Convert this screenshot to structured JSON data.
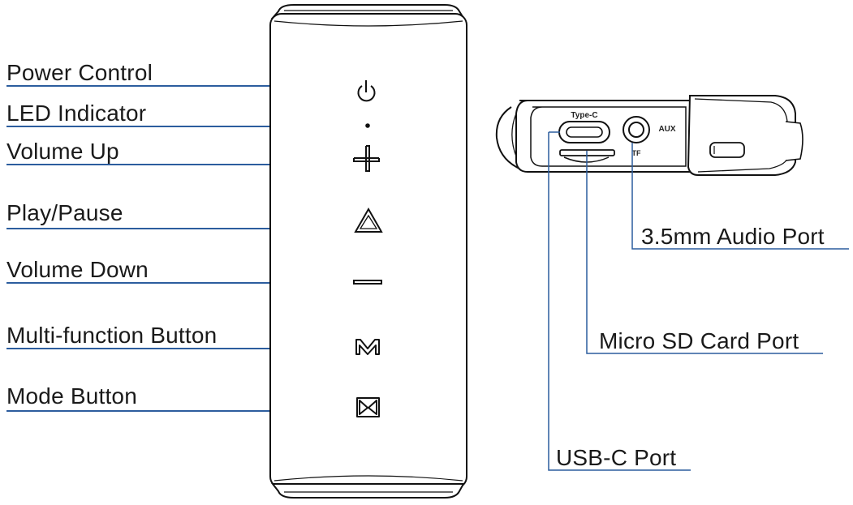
{
  "colors": {
    "leader_line": "#2c5d9e",
    "outline": "#111111"
  },
  "front_view": {
    "callouts": [
      {
        "label": "Power Control",
        "icon": "power-icon"
      },
      {
        "label": "LED Indicator",
        "icon": "led-dot-icon"
      },
      {
        "label": "Volume Up",
        "icon": "plus-icon"
      },
      {
        "label": "Play/Pause",
        "icon": "triangle-icon"
      },
      {
        "label": "Volume Down",
        "icon": "minus-icon"
      },
      {
        "label": "Multi-function Button",
        "icon": "m-icon"
      },
      {
        "label": "Mode Button",
        "icon": "bowtie-icon"
      }
    ]
  },
  "side_view": {
    "port_labels": {
      "type_c": "Type-C",
      "aux": "AUX",
      "tf": "TF"
    },
    "callouts": [
      {
        "label": "3.5mm Audio Port"
      },
      {
        "label": "Micro SD Card Port"
      },
      {
        "label": "USB-C Port"
      }
    ]
  }
}
